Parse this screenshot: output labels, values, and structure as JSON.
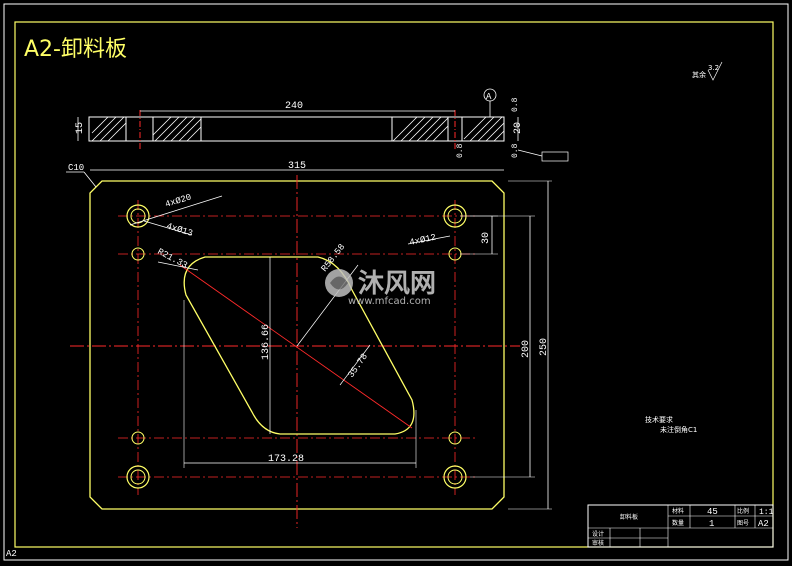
{
  "title": "A2-卸料板",
  "sheet_tag": "A2",
  "dims": {
    "top_len": "240",
    "thick_left": "15",
    "thick_right": "20",
    "chamfer_top": "0.8",
    "chamfer_bottom": "0.8",
    "small_sym": "0.8",
    "datum": "A",
    "overall_w": "315",
    "corner": "C10",
    "holes_20": "4xØ20",
    "holes_13": "4xØ13",
    "holes_12": "4xØ12",
    "radius": "R21.33",
    "r_big": "R58.58",
    "h_offset": "30",
    "height_inner": "200",
    "height_outer": "250",
    "cavity_h": "136.66",
    "cavity_w": "173.28",
    "angle_r": "35.78"
  },
  "notes": {
    "roughness": "3.2",
    "roughness_label": "其余",
    "tech_1": "技术要求",
    "tech_2": "未注倒角C1"
  },
  "title_block": {
    "part_name": "卸料板",
    "material_label": "材料",
    "material": "45",
    "scale_label": "比例",
    "scale": "1:1",
    "qty_label": "数量",
    "qty": "1",
    "sheet_label": "图号",
    "sheet": "A2",
    "design_label": "设计",
    "check_label": "审核"
  },
  "watermark": {
    "name": "沐风网",
    "url": "www.mfcad.com"
  }
}
